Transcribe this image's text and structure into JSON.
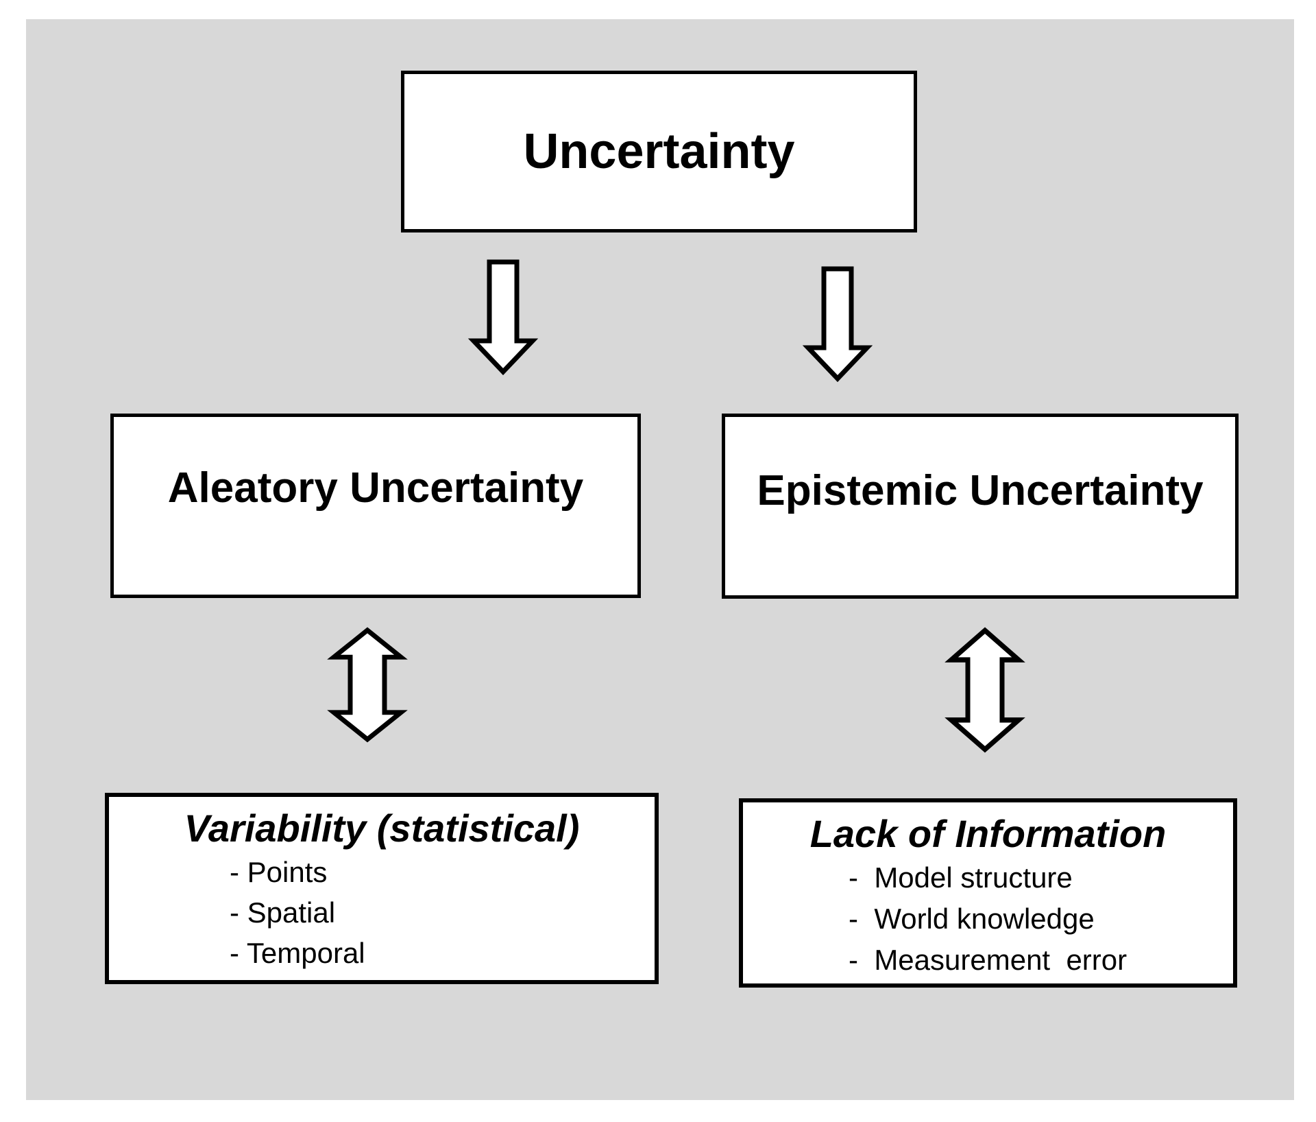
{
  "page": {
    "background": "#ffffff",
    "panel_background": "#d8d8d8",
    "box_fill": "#ffffff",
    "box_border": "#000000",
    "text_color": "#000000"
  },
  "diagram": {
    "root": {
      "label": "Uncertainty"
    },
    "branches": [
      {
        "label": "Aleatory Uncertainty",
        "detail": {
          "heading": "Variability (statistical)",
          "items": [
            "- Points",
            "- Spatial",
            "- Temporal"
          ]
        }
      },
      {
        "label": "Epistemic Uncertainty",
        "detail": {
          "heading": "Lack of Information",
          "items": [
            "-  Model structure",
            "-  World knowledge",
            "-  Measurement  error"
          ]
        }
      }
    ],
    "icons": {
      "down_arrow": "down-arrow",
      "double_arrow": "up-down-double-arrow"
    }
  }
}
